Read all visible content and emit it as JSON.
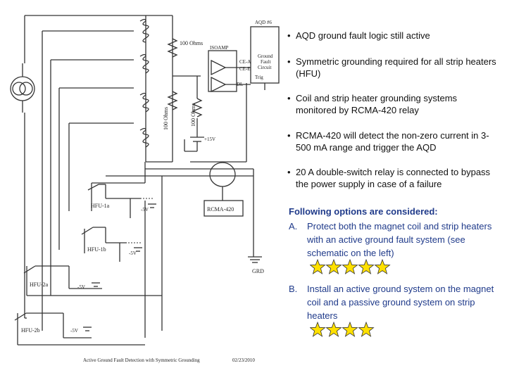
{
  "schematic": {
    "labels": {
      "aqd": "AQD #6",
      "ohms_top": "100 Ohms",
      "ohms_left": "100 Ohms",
      "ohms_right": "100 Ohms",
      "isoamp": "ISOAMP",
      "ground_fault_circuit": [
        "Ground",
        "Fault",
        "Circuit",
        "Trig"
      ],
      "ce_a": "CE-A",
      "ce_e": "CE-E",
      "dl": "DL",
      "plus15v": "+15V",
      "rcma": "RCMA-420",
      "grd": "GRD",
      "hfu1a": "HFU-1a",
      "hfu1b": "HFU-1b",
      "hfu2a": "HFU-2a",
      "hfu2b": "HFU-2b",
      "minus5v": "-5V",
      "caption": "Active Ground Fault Detection with Symmetric Grounding",
      "date": "02/23/2010"
    }
  },
  "bullets": [
    "AQD ground fault logic still active",
    "Symmetric grounding required for all strip heaters (HFU)",
    "Coil and strip heater grounding  systems monitored by RCMA-420 relay",
    " RCMA-420 will detect the non-zero current in 3-500 mA range and trigger the AQD",
    "20 A double-switch relay is connected to bypass the power supply in case of a failure"
  ],
  "bullet_symbol": "•",
  "options_heading": "Following options are considered:",
  "options": [
    {
      "letter": "A.",
      "text": "Protect both the magnet coil and strip heaters with an active ground fault system (see schematic on the left)",
      "stars": 5
    },
    {
      "letter": "B.",
      "text": "Install an active ground system on the magnet coil and a passive ground system on strip heaters",
      "stars": 4
    }
  ],
  "colors": {
    "options_text": "#1f3a8a",
    "star_fill": "#ffe000",
    "star_stroke": "#333333"
  }
}
